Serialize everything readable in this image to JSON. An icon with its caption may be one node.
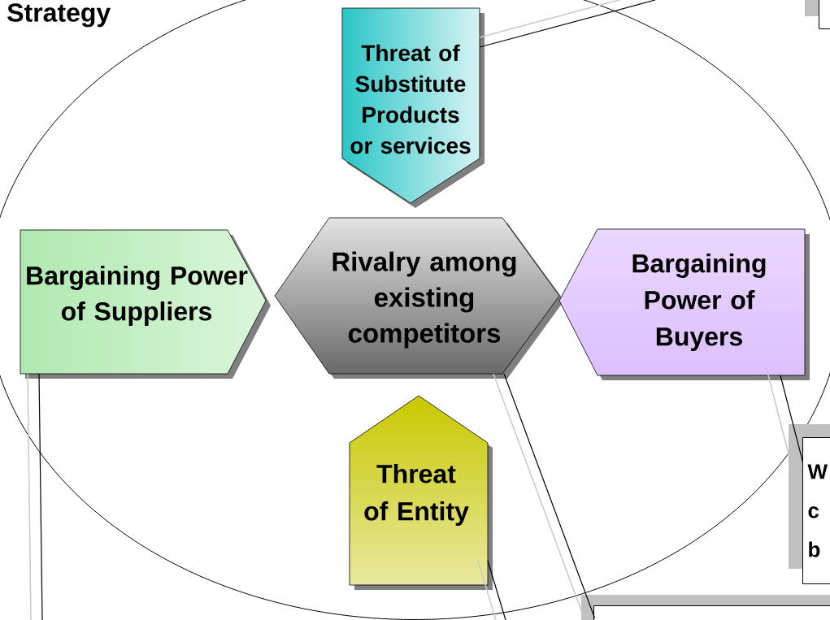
{
  "diagram": {
    "title": "Strategy",
    "nodes": [
      {
        "text": [],
        "shape": "ellipse"
      },
      {
        "text": [
          "Threat of Substitute Products or services"
        ],
        "in": 0
      },
      {
        "text": [
          "Bargaining Power of Suppliers"
        ],
        "in": 0
      },
      {
        "text": [
          "Rivalry among existing competitors"
        ],
        "in": 0
      },
      {
        "text": [
          "Bargaining Power of Buyers"
        ],
        "in": 0
      },
      {
        "text": [
          "Threat of Entity"
        ],
        "in": 0
      },
      {
        "text": [
          "W c b"
        ]
      },
      {
        "text": [],
        "shape": "box"
      },
      {
        "text": [],
        "shape": "box"
      }
    ],
    "edges": [
      {
        "from": 1,
        "to": null,
        "arrow": "none"
      },
      {
        "from": 2,
        "to": null,
        "arrow": "none"
      },
      {
        "from": 3,
        "to": 8,
        "arrow": "none"
      },
      {
        "from": 5,
        "to": null,
        "arrow": "none"
      },
      {
        "from": 4,
        "to": 6,
        "arrow": "none"
      }
    ]
  }
}
